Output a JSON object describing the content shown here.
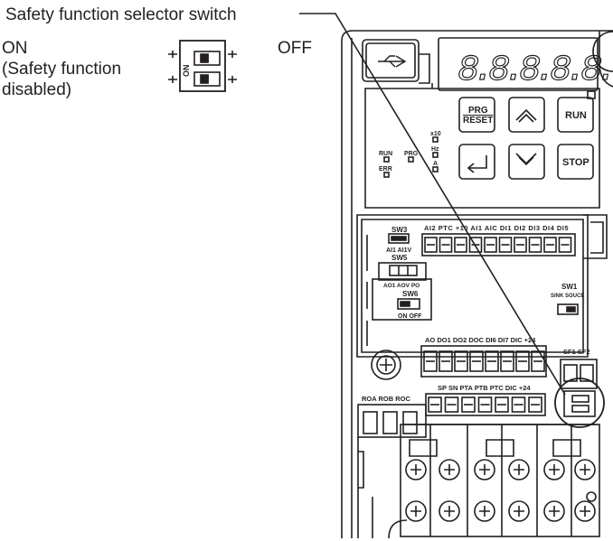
{
  "callout": {
    "title": "Safety function selector switch",
    "on_label": "ON",
    "off_label": "OFF",
    "disabled_line1": "(Safety function",
    "disabled_line2": "disabled)",
    "switch_marking": "ON"
  },
  "keypad": {
    "display_text": "8.8.8.8.8.",
    "buttons": {
      "prg_reset_line1": "PRG",
      "prg_reset_line2": "RESET",
      "run": "RUN",
      "stop": "STOP"
    },
    "leds": {
      "run": "RUN",
      "prg": "PRG",
      "err": "ERR",
      "x10": "x10",
      "hz": "Hz",
      "a": "A"
    }
  },
  "switches": {
    "sw3": "SW3",
    "sw3_labels": "AI1 AI1V",
    "sw5": "SW5",
    "sw5_labels": "AO1 AOV PO",
    "sw6": "SW6",
    "sw6_labels": "ON OFF",
    "sw1": "SW1",
    "sw1_labels": "SINK SOUCE"
  },
  "terminals": {
    "row1": [
      "AI2",
      "PTC",
      "+10",
      "AI1",
      "AIC",
      "DI1",
      "DI2",
      "DI3",
      "DI4",
      "DI5"
    ],
    "row2": [
      "AO",
      "DO1",
      "DO2",
      "DOC",
      "DI6",
      "DI7",
      "DIC",
      "+24"
    ],
    "row3": [
      "SP",
      "SN",
      "PTA",
      "PTB",
      "PTC",
      "DIC",
      "+24"
    ],
    "relay": [
      "ROA",
      "ROB",
      "ROC"
    ],
    "safety": [
      "SF1",
      "SF2"
    ]
  }
}
